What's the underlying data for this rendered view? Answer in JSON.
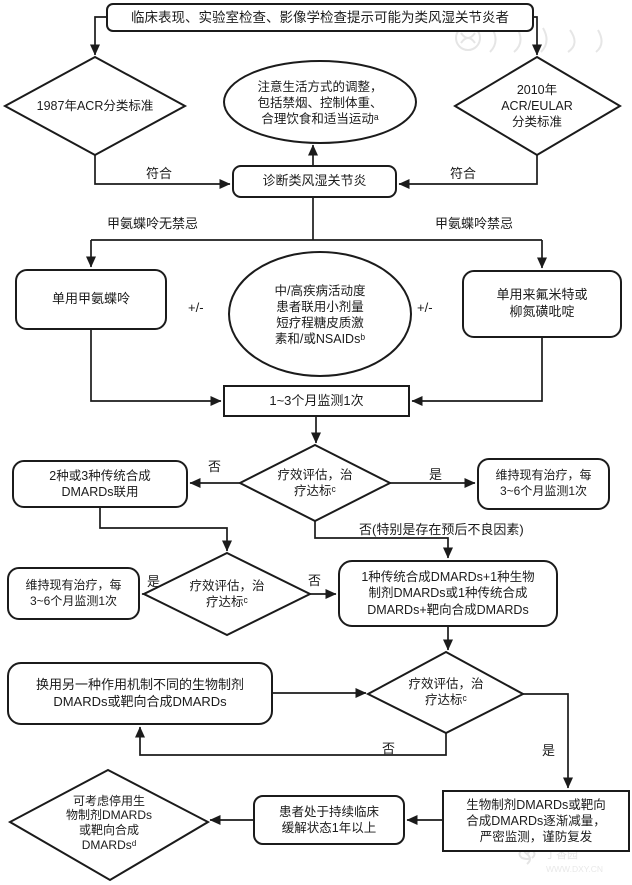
{
  "figure": {
    "background": "#ffffff",
    "line_color": "#1b1b1b",
    "watermark_color": "#bcbcbc"
  },
  "nodes": {
    "entry": {
      "shape": "rounded-rect",
      "text": "临床表现、实验室检查、影像学检查提示可能为类风湿关节炎者"
    },
    "acr1987": {
      "shape": "diamond",
      "text": "1987年ACR分类标准"
    },
    "lifestyle": {
      "shape": "ellipse",
      "text": "注意生活方式的调整，\n包括禁烟、控制体重、\n合理饮食和适当运动ᵃ"
    },
    "acr2010": {
      "shape": "diamond",
      "text": "2010年\nACR/EULAR\n分类标准"
    },
    "diagnosis": {
      "shape": "rounded-rect",
      "text": "诊断类风湿关节炎"
    },
    "mtx": {
      "shape": "rounded-rect",
      "text": "单用甲氨蝶呤"
    },
    "activity": {
      "shape": "ellipse",
      "text": "中/高疾病活动度\n患者联用小剂量\n短疗程糖皮质激\n素和/或NSAIDsᵇ"
    },
    "lef": {
      "shape": "rounded-rect",
      "text": "单用来氟米特或\n柳氮磺吡啶"
    },
    "monitor13": {
      "shape": "rect",
      "text": "1~3个月监测1次"
    },
    "eval1": {
      "shape": "diamond",
      "text": "疗效评估，治\n疗达标ᶜ"
    },
    "csdmards": {
      "shape": "rounded-rect",
      "text": "2种或3种传统合成\nDMARDs联用"
    },
    "maintain1": {
      "shape": "rounded-rect",
      "text": "维持现有治疗，每\n3~6个月监测1次"
    },
    "eval2": {
      "shape": "diamond",
      "text": "疗效评估，治\n疗达标ᶜ"
    },
    "maintain2": {
      "shape": "rounded-rect",
      "text": "维持现有治疗，每\n3~6个月监测1次"
    },
    "combo": {
      "shape": "rounded-rect",
      "text": "1种传统合成DMARDs+1种生物\n制剂DMARDs或1种传统合成\nDMARDs+靶向合成DMARDs"
    },
    "switch": {
      "shape": "rounded-rect",
      "text": "换用另一种作用机制不同的生物制剂\nDMARDs或靶向合成DMARDs"
    },
    "eval3": {
      "shape": "diamond",
      "text": "疗效评估，治\n疗达标ᶜ"
    },
    "taper": {
      "shape": "rect",
      "text": "生物制剂DMARDs或靶向\n合成DMARDs逐渐减量，\n严密监测，谨防复发"
    },
    "remission": {
      "shape": "rounded-rect",
      "text": "患者处于持续临床\n缓解状态1年以上"
    },
    "stop": {
      "shape": "diamond",
      "text": "可考虑停用生\n物制剂DMARDs\n或靶向合成\nDMARDsᵈ"
    }
  },
  "edge_labels": {
    "meets_left": "符合",
    "meets_right": "符合",
    "mtx_no_contra": "甲氨蝶呤无禁忌",
    "mtx_contra": "甲氨蝶呤禁忌",
    "plus_minus_left": "+/-",
    "plus_minus_right": "+/-",
    "no1": "否",
    "yes1": "是",
    "no_special": "否(特别是存在预后不良因素)",
    "yes2": "是",
    "no2": "否",
    "no3": "否",
    "yes3": "是"
  },
  "watermark": {
    "site_name": "丁香园",
    "site_url": "WWW.DXY.CN"
  }
}
